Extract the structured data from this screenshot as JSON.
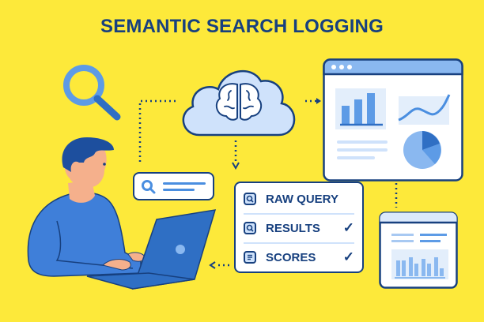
{
  "title": "SEMANTIC SEARCH LOGGING",
  "colors": {
    "background": "#fde93a",
    "primary_dark": "#17407f",
    "accent_blue": "#4a8ee0",
    "light_blue": "#cfe2fb"
  },
  "checklist": {
    "items": [
      {
        "label": "RAW QUERY",
        "icon": "search-icon",
        "checked": false,
        "check": ""
      },
      {
        "label": "RESULTS",
        "icon": "search-icon",
        "checked": true,
        "check": "✓"
      },
      {
        "label": "SCORES",
        "icon": "document-icon",
        "checked": true,
        "check": "✓"
      }
    ]
  },
  "elements": {
    "magnifier": "magnifier-icon",
    "cloud": "cloud-brain-icon",
    "search_bar": "search-query-box",
    "dashboard": "analytics-dashboard",
    "mini_report": "mini-report-window",
    "person": "person-at-laptop"
  }
}
